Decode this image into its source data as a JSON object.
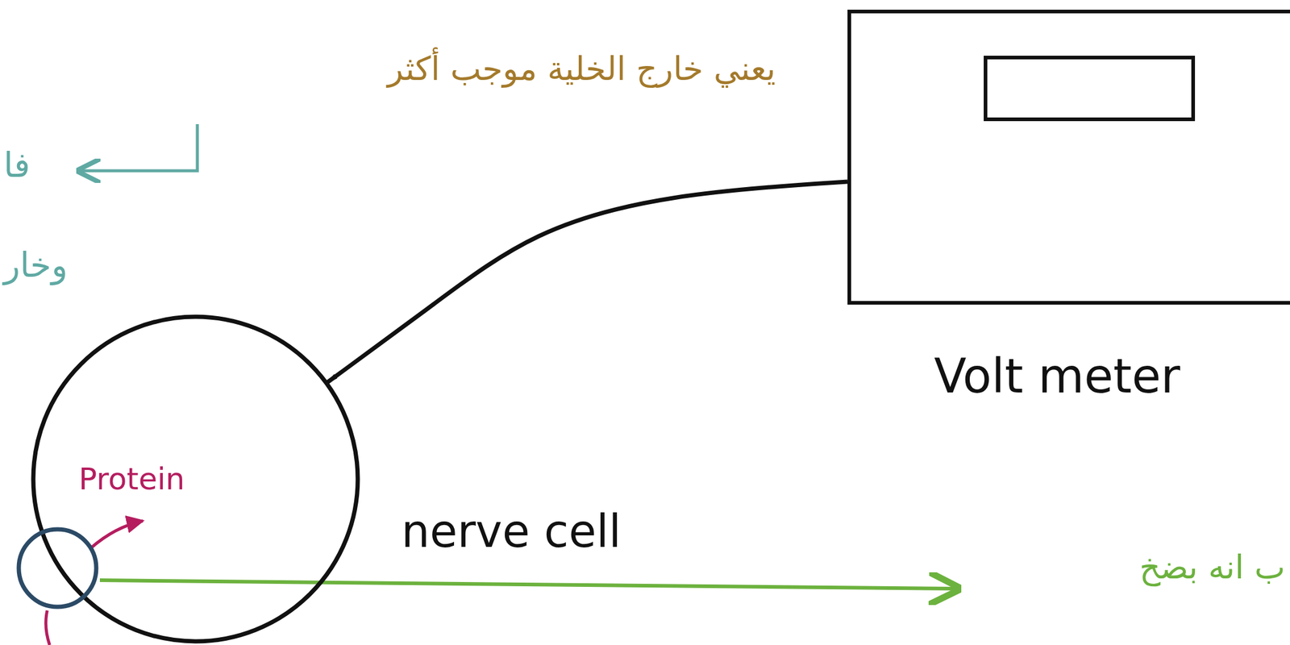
{
  "diagram": {
    "nodes": [
      {
        "text": [
          "Volt meter"
        ]
      },
      {
        "text": [
          "nerve cell"
        ]
      },
      {
        "text": [
          "Protein"
        ]
      }
    ],
    "edges": [
      {
        "from": 0,
        "to": 1,
        "arrow": "to"
      }
    ],
    "labels": [
      "يعني خارج الخلية موجب أكثر",
      "فا",
      "وخار",
      "ب انه بضخ"
    ]
  }
}
